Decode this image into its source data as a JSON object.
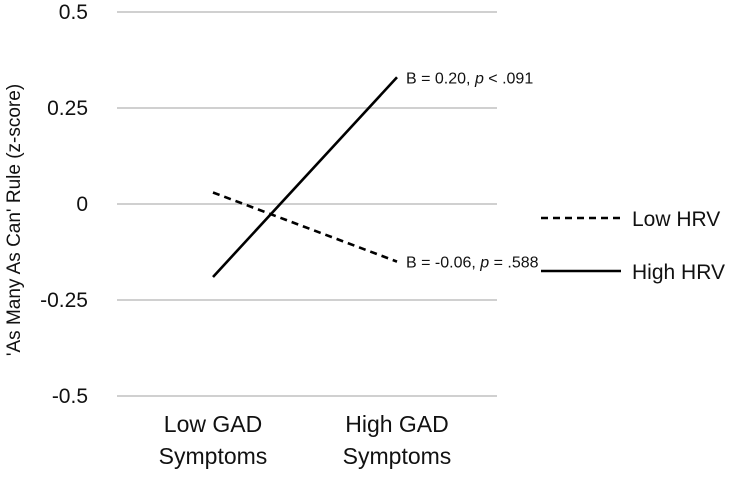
{
  "chart_data": {
    "type": "line",
    "categories": [
      "Low GAD Symptoms",
      "High GAD Symptoms"
    ],
    "category_lines": [
      [
        "Low GAD",
        "Symptoms"
      ],
      [
        "High GAD",
        "Symptoms"
      ]
    ],
    "ylabel": "'As Many As Can' Rule (z-score)",
    "ylim": [
      -0.5,
      0.5
    ],
    "yticks": [
      0.5,
      0.25,
      0,
      -0.25,
      -0.5
    ],
    "ytick_labels": [
      "0.5",
      "0.25",
      "0",
      "-0.25",
      "-0.5"
    ],
    "grid": true,
    "legend_position": "right",
    "series": [
      {
        "name": "Low HRV",
        "style": "dashed",
        "color": "#000000",
        "values": [
          0.03,
          -0.15
        ],
        "annotation": {
          "prefix": "B = -0.06, ",
          "p": "p",
          "suffix": " = .588"
        }
      },
      {
        "name": "High HRV",
        "style": "solid",
        "color": "#000000",
        "values": [
          -0.19,
          0.33
        ],
        "annotation": {
          "prefix": "B = 0.20, ",
          "p": "p",
          "suffix": " < .091"
        }
      }
    ]
  }
}
